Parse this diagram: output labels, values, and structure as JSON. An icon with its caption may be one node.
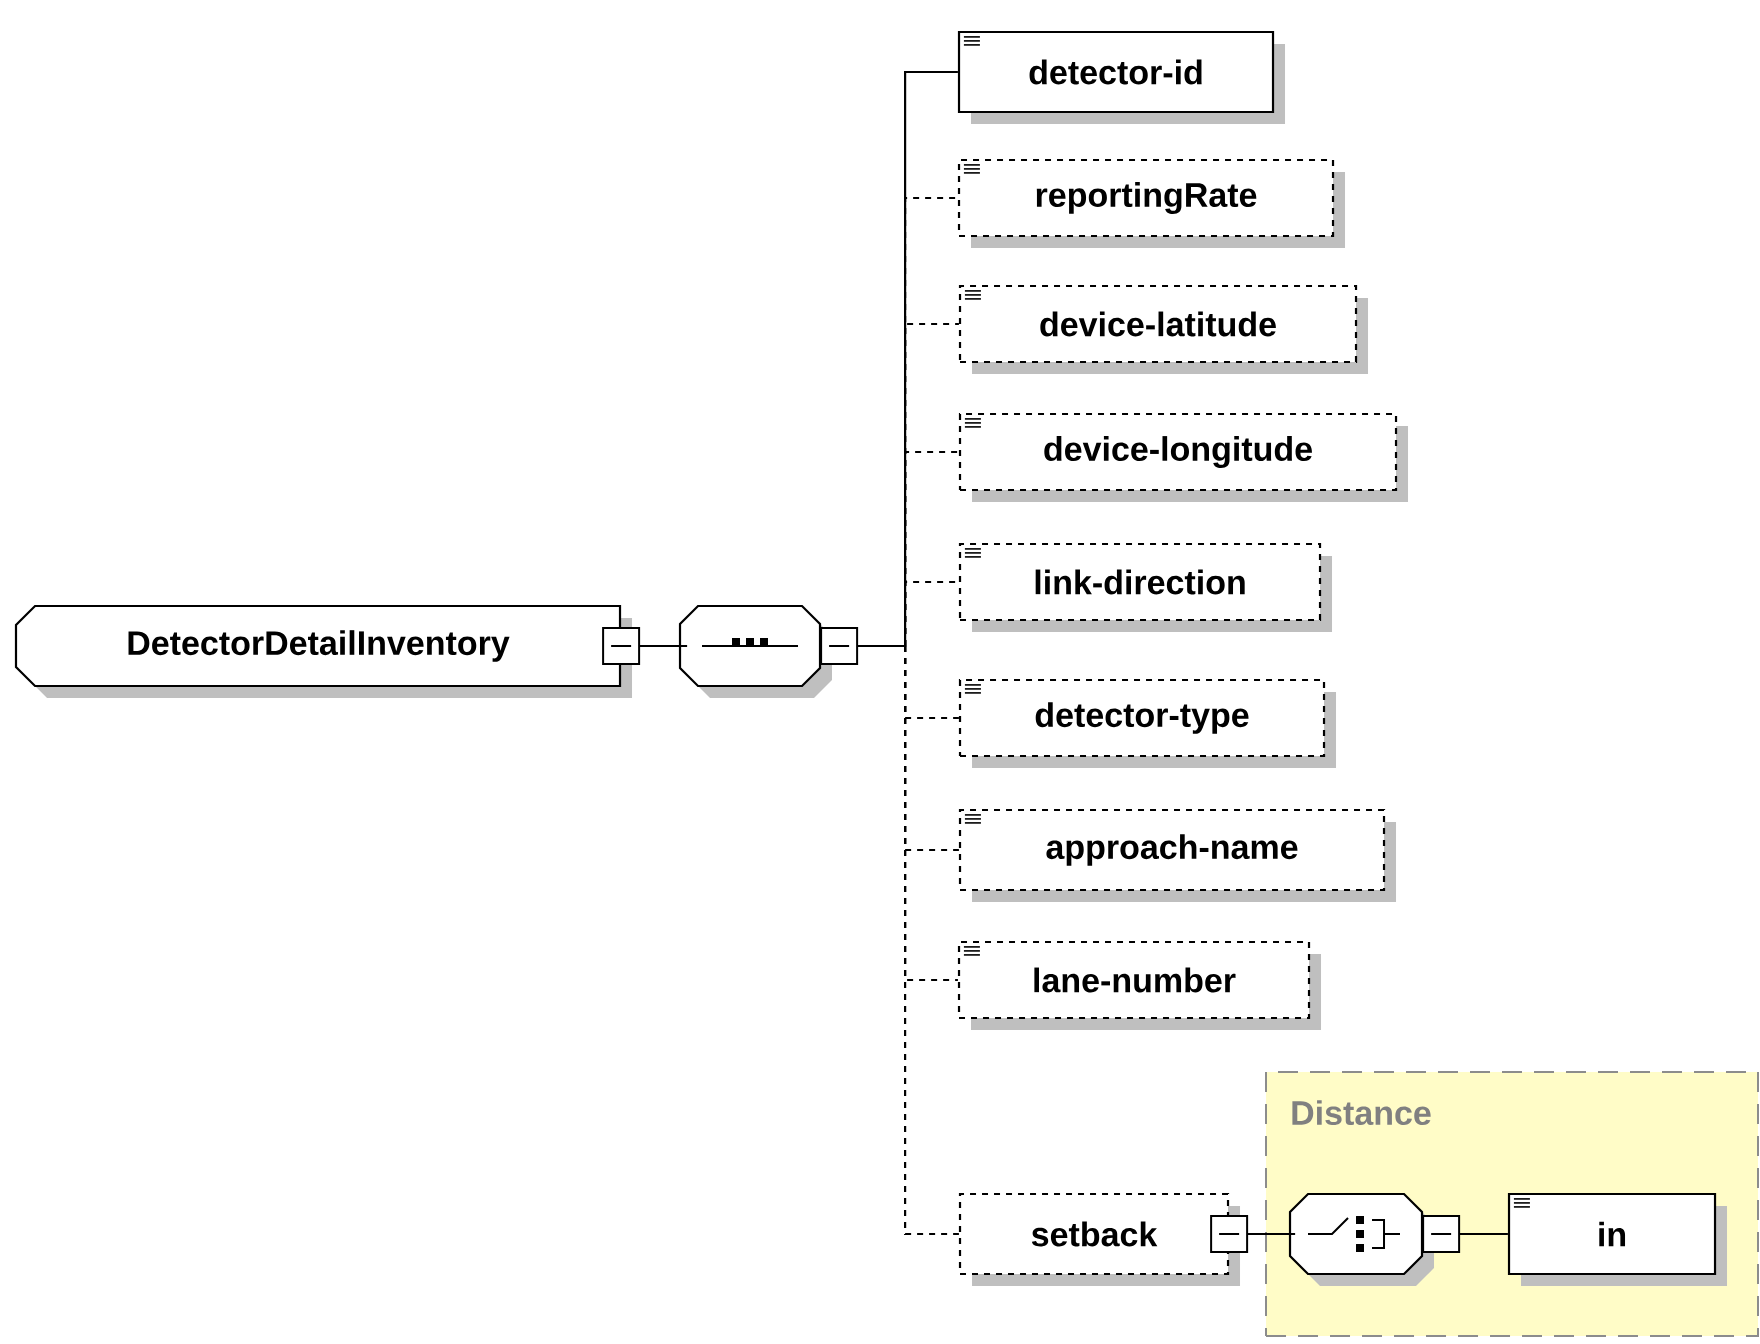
{
  "diagram": {
    "nodes": [
      {
        "text": [
          "DetectorDetailInventory"
        ]
      },
      {
        "text": [],
        "shape": "octagon"
      },
      {
        "text": [
          "detector-id"
        ]
      },
      {
        "text": [
          "reportingRate"
        ]
      },
      {
        "text": [
          "device-latitude"
        ]
      },
      {
        "text": [
          "device-longitude"
        ]
      },
      {
        "text": [
          "link-direction"
        ]
      },
      {
        "text": [
          "detector-type"
        ]
      },
      {
        "text": [
          "approach-name"
        ]
      },
      {
        "text": [
          "lane-number"
        ]
      },
      {
        "text": [
          "setback"
        ]
      },
      {
        "text": [
          "Distance"
        ]
      },
      {
        "text": [],
        "shape": "octagon",
        "in": 11
      },
      {
        "text": [
          "in"
        ],
        "in": 11
      }
    ],
    "edges": [
      {
        "from": 0,
        "to": 1,
        "arrow": "none"
      },
      {
        "from": 1,
        "to": 2,
        "arrow": "none"
      },
      {
        "from": 1,
        "to": 3,
        "arrow": "none",
        "style": "dashed"
      },
      {
        "from": 1,
        "to": 4,
        "arrow": "none",
        "style": "dashed"
      },
      {
        "from": 1,
        "to": 5,
        "arrow": "none",
        "style": "dashed"
      },
      {
        "from": 1,
        "to": 6,
        "arrow": "none",
        "style": "dashed"
      },
      {
        "from": 1,
        "to": 7,
        "arrow": "none",
        "style": "dashed"
      },
      {
        "from": 1,
        "to": 8,
        "arrow": "none",
        "style": "dashed"
      },
      {
        "from": 1,
        "to": 9,
        "arrow": "none",
        "style": "dashed"
      },
      {
        "from": 1,
        "to": 10,
        "arrow": "none",
        "style": "dashed"
      },
      {
        "from": 10,
        "to": 12,
        "arrow": "none"
      },
      {
        "from": 12,
        "to": 13,
        "arrow": "none"
      }
    ]
  }
}
